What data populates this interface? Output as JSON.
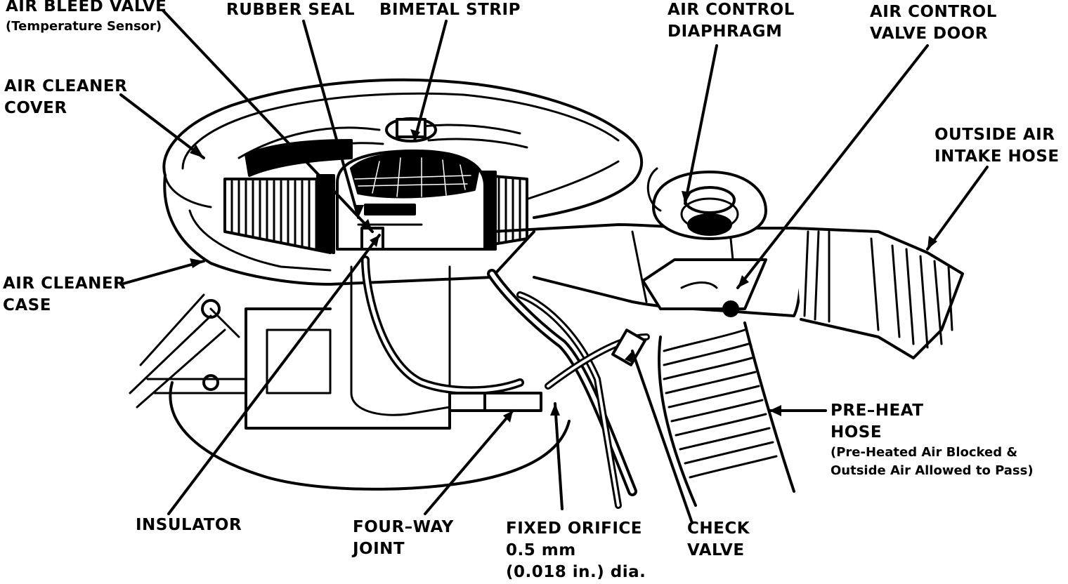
{
  "labels": {
    "air_bleed_valve": {
      "line1": "AIR BLEED VALVE",
      "line2": "(Temperature Sensor)"
    },
    "rubber_seal": {
      "line1": "RUBBER SEAL"
    },
    "bimetal_strip": {
      "line1": "BIMETAL STRIP"
    },
    "air_control_diaphragm": {
      "line1": "AIR CONTROL",
      "line2": "DIAPHRAGM"
    },
    "air_control_valve_door": {
      "line1": "AIR CONTROL",
      "line2": "VALVE DOOR"
    },
    "air_cleaner_cover": {
      "line1": "AIR CLEANER",
      "line2": "COVER"
    },
    "outside_air_intake_hose": {
      "line1": "OUTSIDE AIR",
      "line2": "INTAKE  HOSE"
    },
    "air_cleaner_case": {
      "line1": "AIR CLEANER",
      "line2": "CASE"
    },
    "pre_heat_hose": {
      "line1": "PRE–HEAT",
      "line2": "HOSE",
      "line3": "(Pre-Heated Air Blocked &",
      "line4": "Outside Air Allowed to Pass)"
    },
    "insulator": {
      "line1": "INSULATOR"
    },
    "four_way_joint": {
      "line1": "FOUR–WAY",
      "line2": "JOINT"
    },
    "fixed_orifice": {
      "line1": "FIXED ORIFICE",
      "line2": "0.5 mm",
      "line3": "(0.018 in.) dia."
    },
    "check_valve": {
      "line1": "CHECK",
      "line2": "VALVE"
    }
  },
  "colors": {
    "ink": "#000000",
    "paper": "#ffffff",
    "filter_pleat": "#2a2a2a"
  }
}
